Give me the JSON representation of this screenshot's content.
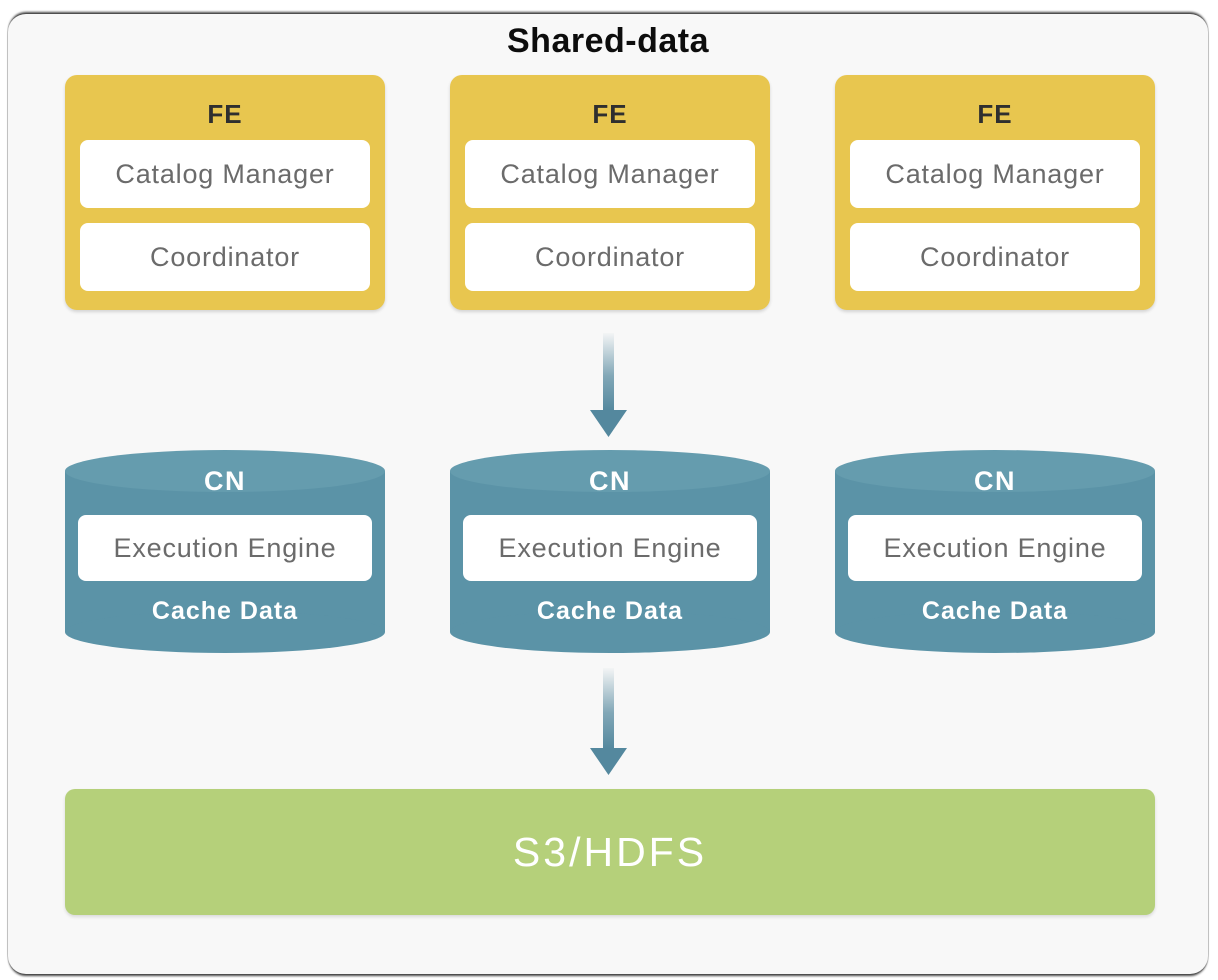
{
  "title": "Shared-data",
  "colors": {
    "canvas_bg": "#f8f8f8",
    "fe_fill": "#e8c64f",
    "fe_label_text": "#2f2f2f",
    "inner_box_text": "#6b6b6b",
    "cn_fill": "#5b93a7",
    "cn_top_fill": "#659cae",
    "arrow": "#54889e",
    "storage_fill": "#b5d07a"
  },
  "fe_nodes": [
    {
      "label": "FE",
      "components": [
        "Catalog Manager",
        "Coordinator"
      ]
    },
    {
      "label": "FE",
      "components": [
        "Catalog Manager",
        "Coordinator"
      ]
    },
    {
      "label": "FE",
      "components": [
        "Catalog Manager",
        "Coordinator"
      ]
    }
  ],
  "cn_nodes": [
    {
      "label": "CN",
      "engine": "Execution Engine",
      "cache": "Cache Data"
    },
    {
      "label": "CN",
      "engine": "Execution Engine",
      "cache": "Cache Data"
    },
    {
      "label": "CN",
      "engine": "Execution Engine",
      "cache": "Cache Data"
    }
  ],
  "storage": {
    "label": "S3/HDFS"
  }
}
